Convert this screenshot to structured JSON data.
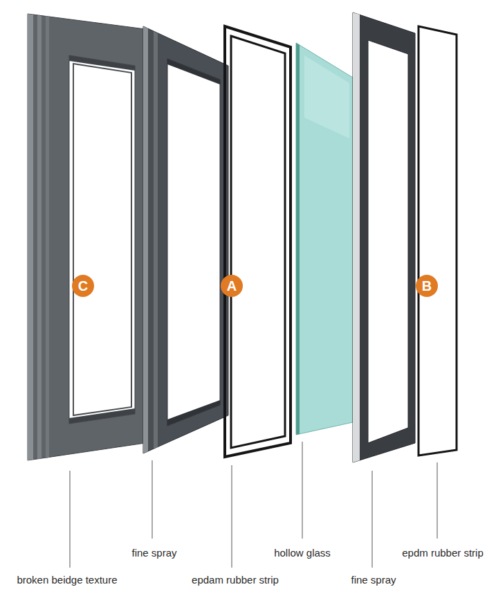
{
  "diagram": {
    "nodes": [
      {
        "text": [
          "C"
        ]
      },
      {
        "text": [
          "A"
        ]
      },
      {
        "text": [
          "B"
        ]
      }
    ],
    "labels": [
      "broken beidge texture",
      "fine spray",
      "epdam rubber strip",
      "hollow glass",
      "fine spray",
      "epdm rubber strip"
    ]
  }
}
